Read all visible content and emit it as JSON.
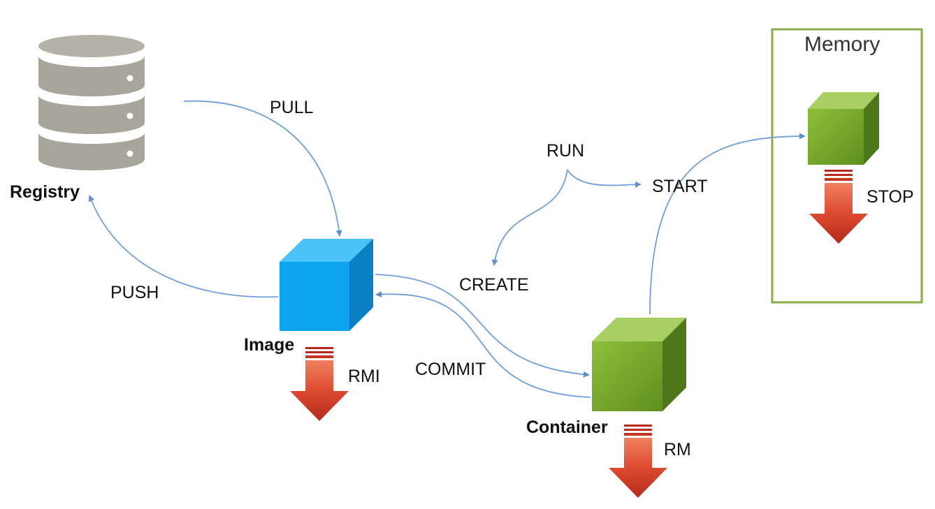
{
  "nodes": {
    "registry": "Registry",
    "image": "Image",
    "container": "Container",
    "memory": "Memory"
  },
  "actions": {
    "pull": "PULL",
    "push": "PUSH",
    "run": "RUN",
    "start": "START",
    "create": "CREATE",
    "commit": "COMMIT",
    "stop": "STOP",
    "rmi": "RMI",
    "rm": "RM"
  },
  "colors": {
    "image_cube": "#0ea5f0",
    "container_cube": "#74a528",
    "delete_arrow": "#d83a2a",
    "memory_border": "#8aab4a",
    "flow_line": "#6f9fd8",
    "database": "#a8a59a"
  },
  "icons": {
    "registry": "database-icon",
    "image": "blue-cube-icon",
    "container": "green-cube-icon",
    "delete": "down-arrow-icon"
  }
}
